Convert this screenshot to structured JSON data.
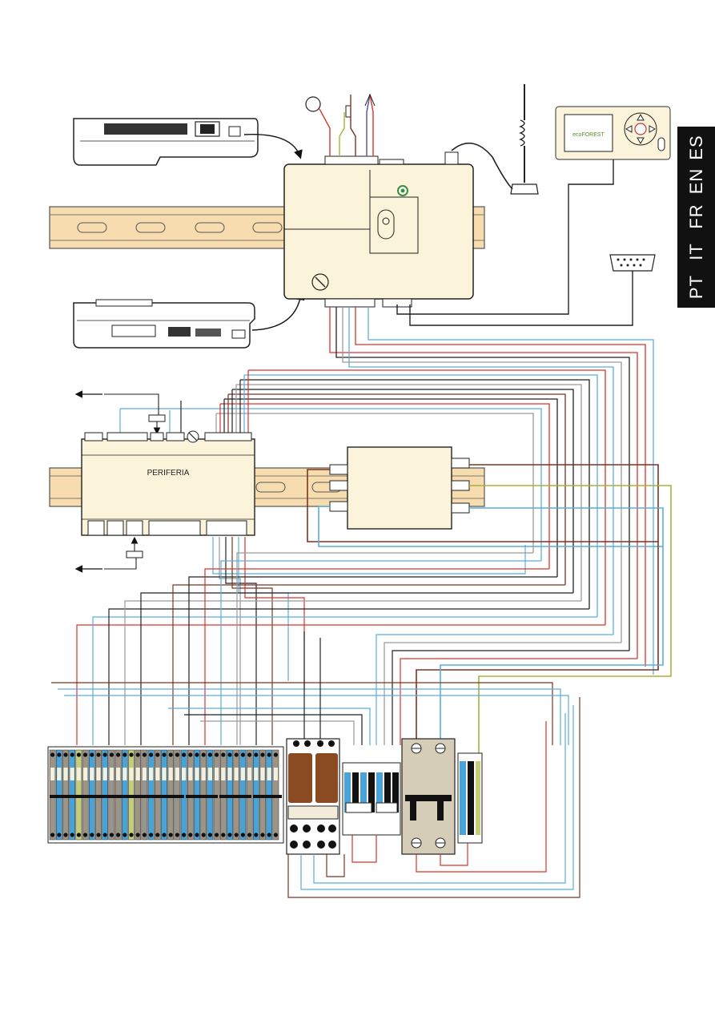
{
  "language_tabs": [
    {
      "code": "ES"
    },
    {
      "code": "EN"
    },
    {
      "code": "FR"
    },
    {
      "code": "IT"
    },
    {
      "code": "PT"
    }
  ],
  "labels": {
    "periphery_module": "PERIFERIA",
    "display_brand": "ecoFOREST"
  },
  "colors": {
    "red": "#d9342b",
    "blue": "#5aaee0",
    "black": "#222222",
    "brown": "#7a3520",
    "grey": "#9a9a9a",
    "yellow_green": "#a8b437",
    "module_cream": "#fbf3da",
    "din_rail": "#f6dcae",
    "terminal_blue": "#4aa3d6",
    "terminal_grey": "#9c9587",
    "terminal_green": "#c5cc7a",
    "relay_brown": "#8a4a22"
  },
  "icons": [
    "antenna-icon",
    "power-button-icon",
    "serial-port-icon",
    "arrow-up-icon",
    "arrow-down-icon",
    "arrow-left-icon"
  ]
}
